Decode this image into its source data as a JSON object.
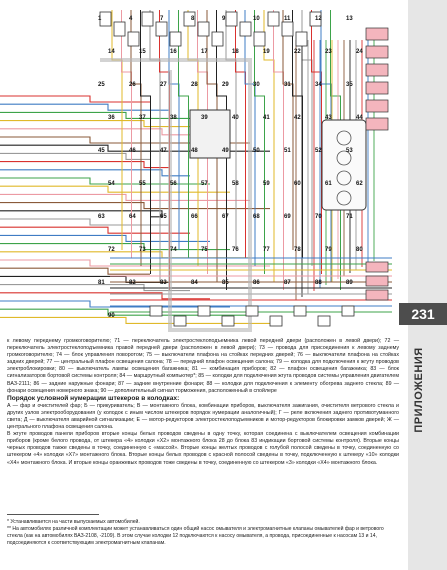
{
  "page": {
    "number": "231",
    "section": "ПРИЛОЖЕНИЯ"
  },
  "diagram": {
    "labels": [
      "1",
      "4",
      "7",
      "8",
      "9",
      "10",
      "11",
      "12",
      "13",
      "14",
      "15",
      "16",
      "17",
      "18",
      "19",
      "22",
      "23",
      "24",
      "25",
      "26",
      "27",
      "28",
      "29",
      "30",
      "31",
      "34",
      "35",
      "36",
      "37",
      "38",
      "39",
      "40",
      "41",
      "42",
      "43",
      "44",
      "45",
      "46",
      "47",
      "48",
      "49",
      "50",
      "51",
      "52",
      "53",
      "54",
      "55",
      "56",
      "57",
      "58",
      "59",
      "60",
      "61",
      "62",
      "63",
      "64",
      "65",
      "66",
      "67",
      "68",
      "69",
      "70",
      "71",
      "72",
      "73",
      "74",
      "75",
      "76",
      "77",
      "78",
      "79",
      "80",
      "81",
      "82",
      "83",
      "84",
      "85",
      "86",
      "87",
      "88",
      "89",
      "90"
    ]
  },
  "body": {
    "legend_text": "к левому переднему громкоговорителю; 71 — переключатель электростеклоподъемника левой передней двери (расположен в левой двери); 72 — переключатель электростеклоподъемника правой передней двери (расположен в левой двери); 73 — провода для присоединения к левому заднему громкоговорителю; 74 — блок управления поворотом; 75 — выключатели плафона на стойках передних дверей; 76 — выключатели плафона на стойках задних дверей; 77 — центральный плафон освещения салона; 78 — передний плафон освещения салона; 79 — колодка для подключения к жгуту проводов электроблокировки; 80 — выключатель лампы освещения багажника; 81 — комбинация приборов; 82 — плафон освещения багажника; 83 — блок сигнализаторов бортовой системы контроля; 84 — маршрутный компьютер*; 85 — колодки для подключения жгута проводов системы управления двигателем ВАЗ-2111; 86 — задние наружные фонари; 87 — задние внутренние фонари; 88 — колодки для подключения к элементу обогрева заднего стекла; 89 — фонари освещения номерного знака; 90 — дополнительный сигнал торможения, расположенный в спойлере",
    "connector_heading": "Порядок условной нумерации штекеров в колодках:",
    "connector_text": "А — фар и очистителей фар; Б — прикуриватель; В — монтажного блока, комбинации приборов, выключателя зажигания, очистителя ветрового стекла и других узлов электрооборудования (у колодок с иным числом штекеров порядок нумерации аналогичный); Г — реле включения заднего противотуманного света; Д — выключателя аварийной сигнализации; Е — мотор-редукторов электростеклоподъемников и мотор-редукторов блокировки замков дверей; Ж — центрального плафона освещения салона.",
    "paragraph": "В жгуте проводов панели приборов вторые концы белых проводов сведены в одну точку, которая соединена с выключателем освещения комбинации приборов (кроме белого провода, от штекера «4» колодки «Х2» монтажного блока 28 до блока 83 индикации бортовой системы контроля). Вторые концы черных проводов также сведены в точку, соединенную с «массой». Вторые концы желтых проводов с голубой полосой сведены в точку, соединенную со штекером «4» колодки «Х7» монтажного блока. Вторые концы белых проводов с красной полосой сведены в точку, подключенную к штекеру «10» колодки «Х4» монтажного блока. И вторые концы оранжевых проводов тоже сведены в точку, соединенную со штекером «3» колодки «Х4» монтажного блока."
  },
  "footnotes": [
    "* Устанавливается на части выпускаемых автомобилей.",
    "** На автомобилях различной комплектации может устанавливаться один общий насос омывателя и электромагнитные клапаны омывателей фар и ветрового стекла (как на автомобилях ВАЗ-2108, -2109). В этом случае колодки 12 подключаются к насосу омывателя, а провода, присоединенные к насосам 13 и 14, подсоединяются к соответствующим электромагнитным клапанам."
  ],
  "colors": {
    "tab_grey": "#e6e6e6",
    "page_number_bg": "#4d4d4d",
    "wire_red": "#d9322f",
    "wire_blue": "#3f7cc4",
    "wire_green": "#3da34a",
    "wire_yellow": "#e0b92a",
    "wire_pink": "#ec9aa3",
    "wire_brown": "#8a5a3a",
    "wire_black": "#222222",
    "wire_grey": "#9a9a9a"
  }
}
